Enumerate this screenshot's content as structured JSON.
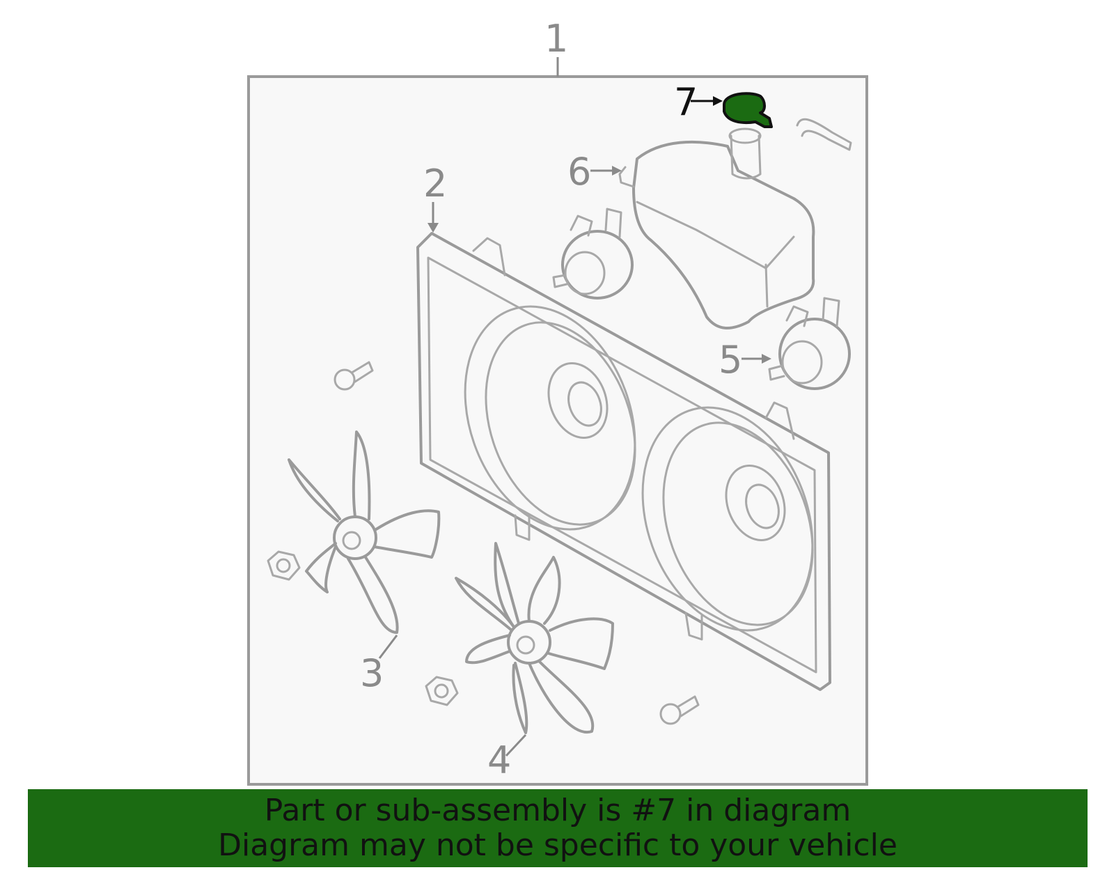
{
  "callouts": {
    "c1": "1",
    "c2": "2",
    "c3": "3",
    "c4": "4",
    "c5": "5",
    "c6": "6",
    "c7": "7"
  },
  "highlight": {
    "part_number": "7",
    "color": "#1b6b12"
  },
  "banner": {
    "line1": "Part or sub-assembly is #7 in diagram",
    "line2": "Diagram may not be specific to your vehicle",
    "background": "#1b6b12"
  }
}
